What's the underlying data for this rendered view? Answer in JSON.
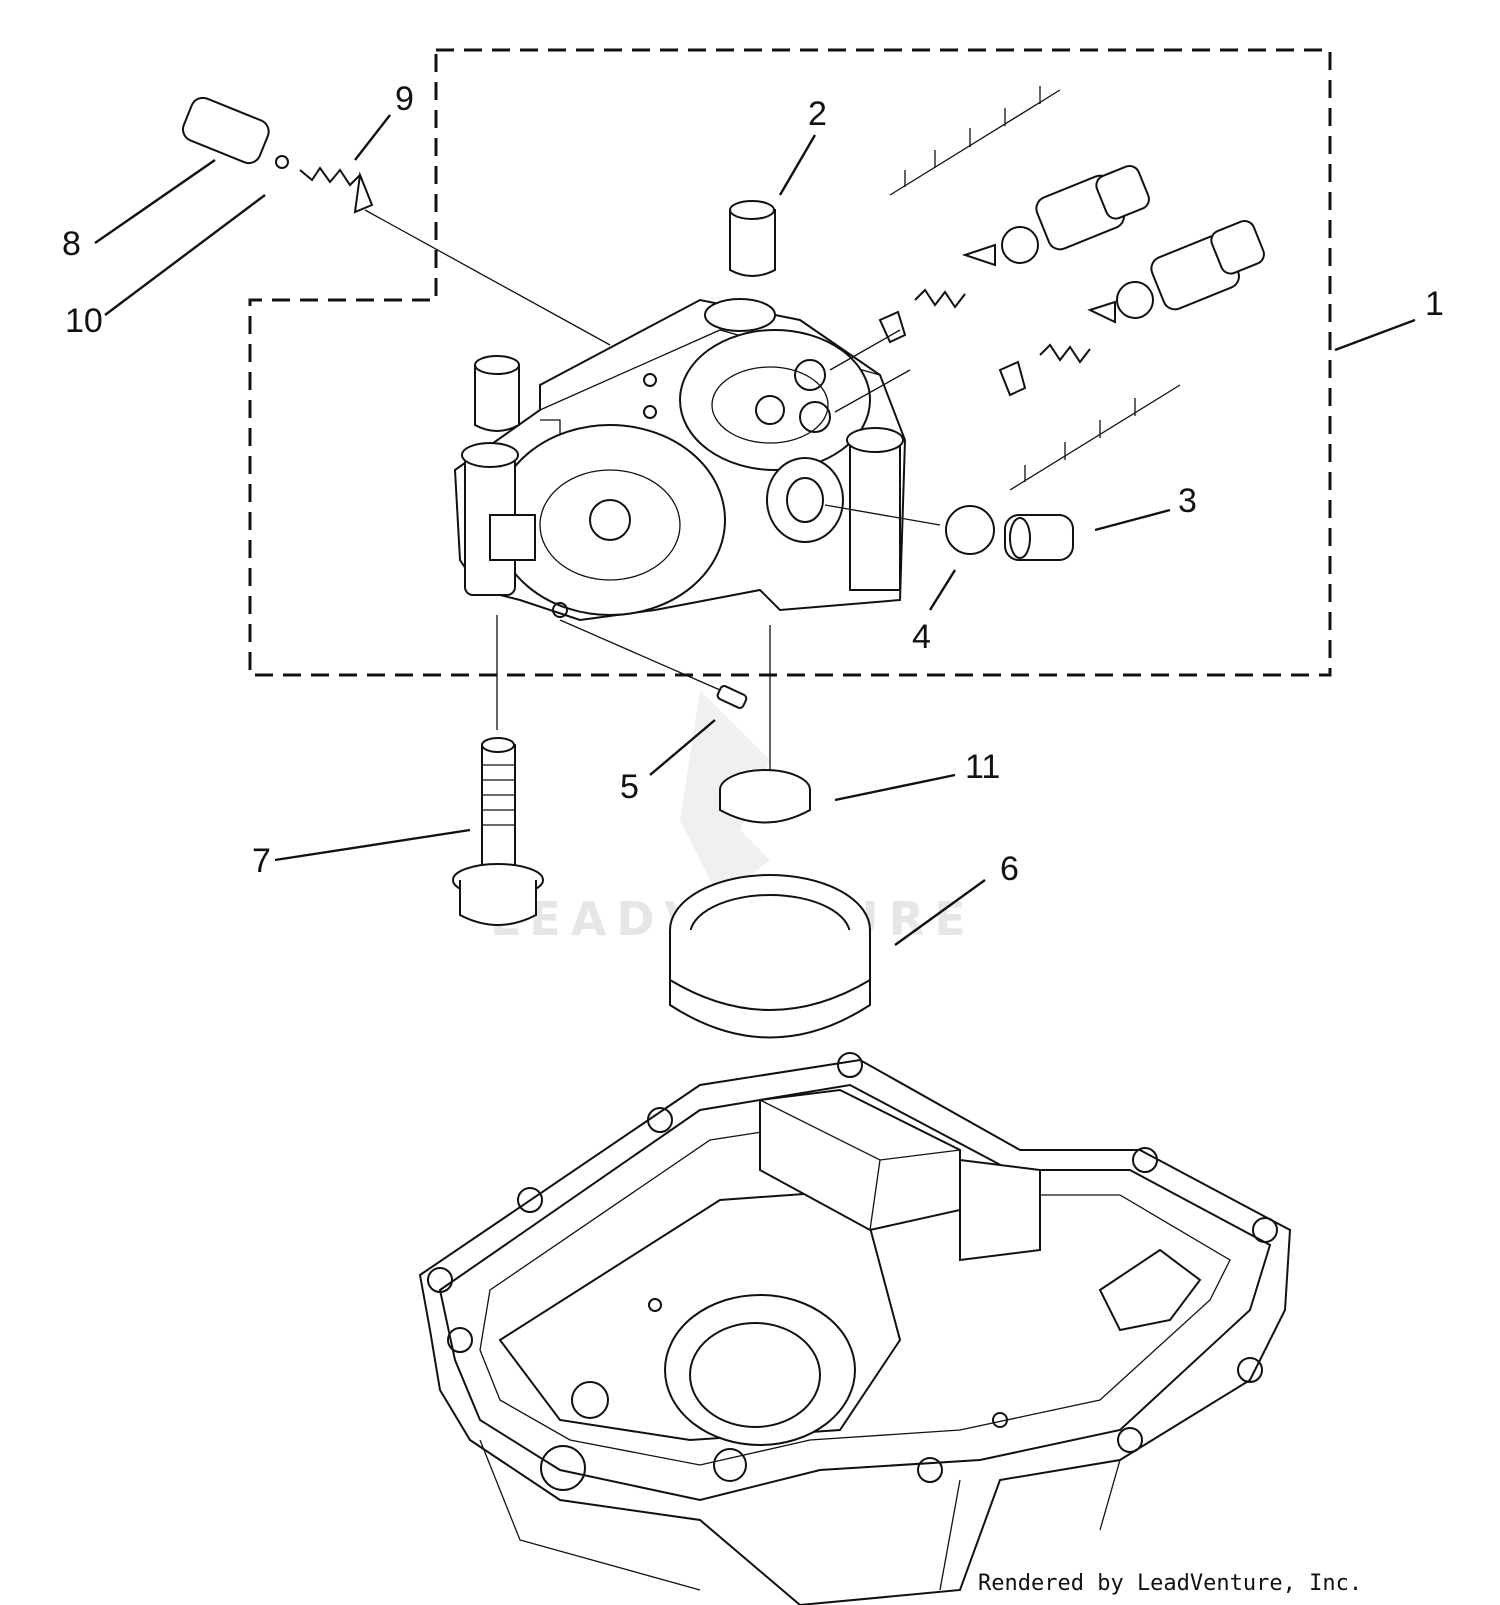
{
  "diagram": {
    "callouts": [
      "1",
      "2",
      "3",
      "4",
      "5",
      "6",
      "7",
      "8",
      "9",
      "10",
      "11"
    ],
    "watermark": "LEADVENTURE",
    "credit": "Rendered by LeadVenture, Inc."
  },
  "colors": {
    "line": "#111111",
    "background": "#ffffff",
    "watermark": "#e6e6e6"
  }
}
